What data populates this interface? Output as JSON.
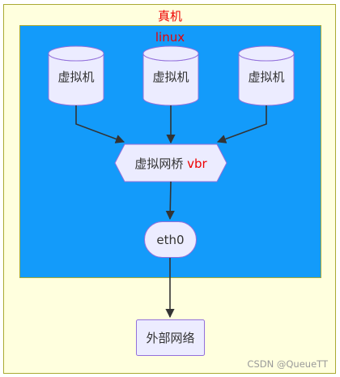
{
  "host": {
    "label": "真机"
  },
  "linux": {
    "label": "linux"
  },
  "vms": [
    {
      "label": "虚拟机"
    },
    {
      "label": "虚拟机"
    },
    {
      "label": "虚拟机"
    }
  ],
  "bridge": {
    "label": "虚拟网桥",
    "highlight": "vbr"
  },
  "eth0": {
    "label": "eth0"
  },
  "external": {
    "label": "外部网络"
  },
  "watermark": "CSDN @QueueTT",
  "colors": {
    "host_fill": "#ffffde",
    "host_border": "#aaaa33",
    "linux_fill": "#139bfa",
    "node_fill": "#ececff",
    "node_border": "#9370db",
    "title_red": "#ee0000",
    "arrow": "#333333"
  }
}
